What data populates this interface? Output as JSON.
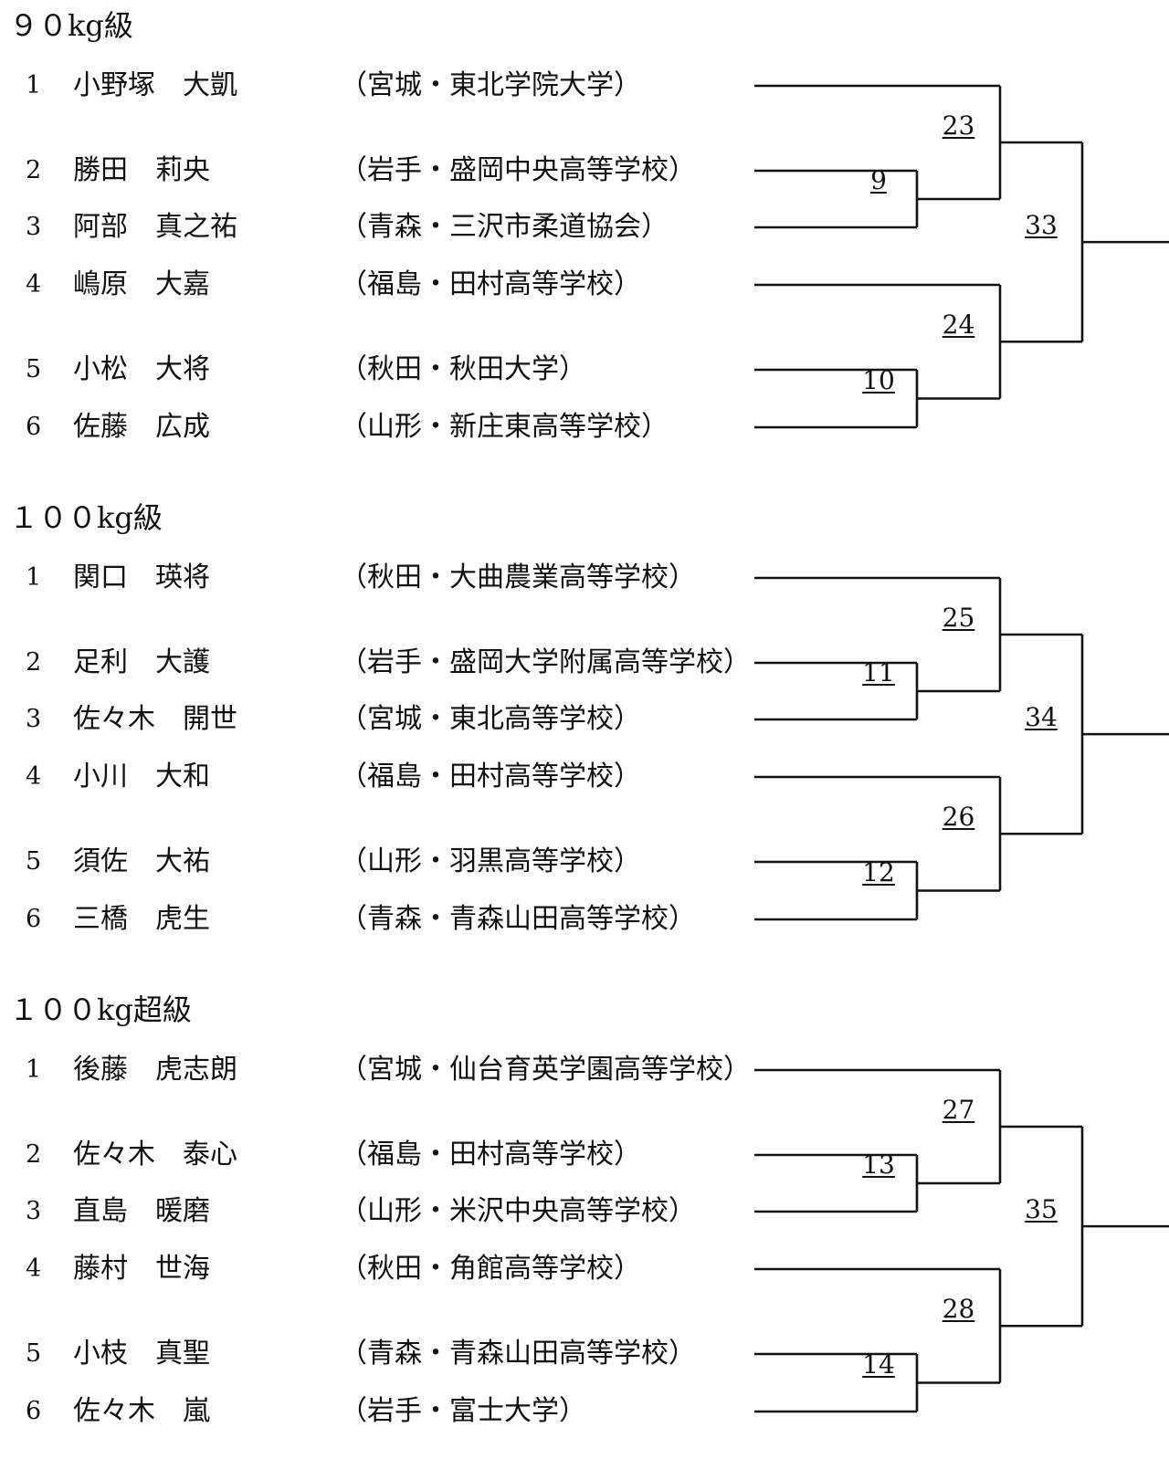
{
  "sections": [
    {
      "title": "９０kg級",
      "entries": [
        {
          "seed": "1",
          "name": "小野塚　大凱",
          "affiliation": "（宮城・東北学院大学）"
        },
        {
          "seed": "2",
          "name": "勝田　莉央",
          "affiliation": "（岩手・盛岡中央高等学校）"
        },
        {
          "seed": "3",
          "name": "阿部　真之祐",
          "affiliation": "（青森・三沢市柔道協会）"
        },
        {
          "seed": "4",
          "name": "嶋原　大嘉",
          "affiliation": "（福島・田村高等学校）"
        },
        {
          "seed": "5",
          "name": "小松　大将",
          "affiliation": "（秋田・秋田大学）"
        },
        {
          "seed": "6",
          "name": "佐藤　広成",
          "affiliation": "（山形・新庄東高等学校）"
        }
      ],
      "matches": {
        "first_a": "9",
        "first_b": "10",
        "second_a": "23",
        "second_b": "24",
        "semi": "33"
      }
    },
    {
      "title": "１００kg級",
      "entries": [
        {
          "seed": "1",
          "name": "関口　瑛将",
          "affiliation": "（秋田・大曲農業高等学校）"
        },
        {
          "seed": "2",
          "name": "足利　大護",
          "affiliation": "（岩手・盛岡大学附属高等学校）"
        },
        {
          "seed": "3",
          "name": "佐々木　開世",
          "affiliation": "（宮城・東北高等学校）"
        },
        {
          "seed": "4",
          "name": "小川　大和",
          "affiliation": "（福島・田村高等学校）"
        },
        {
          "seed": "5",
          "name": "須佐　大祐",
          "affiliation": "（山形・羽黒高等学校）"
        },
        {
          "seed": "6",
          "name": "三橋　虎生",
          "affiliation": "（青森・青森山田高等学校）"
        }
      ],
      "matches": {
        "first_a": "11",
        "first_b": "12",
        "second_a": "25",
        "second_b": "26",
        "semi": "34"
      }
    },
    {
      "title": "１００kg超級",
      "entries": [
        {
          "seed": "1",
          "name": "後藤　虎志朗",
          "affiliation": "（宮城・仙台育英学園高等学校）"
        },
        {
          "seed": "2",
          "name": "佐々木　泰心",
          "affiliation": "（福島・田村高等学校）"
        },
        {
          "seed": "3",
          "name": "直島　暖磨",
          "affiliation": "（山形・米沢中央高等学校）"
        },
        {
          "seed": "4",
          "name": "藤村　世海",
          "affiliation": "（秋田・角館高等学校）"
        },
        {
          "seed": "5",
          "name": "小枝　真聖",
          "affiliation": "（青森・青森山田高等学校）"
        },
        {
          "seed": "6",
          "name": "佐々木　嵐",
          "affiliation": "（岩手・富士大学）"
        }
      ],
      "matches": {
        "first_a": "13",
        "first_b": "14",
        "second_a": "27",
        "second_b": "28",
        "semi": "35"
      }
    }
  ]
}
